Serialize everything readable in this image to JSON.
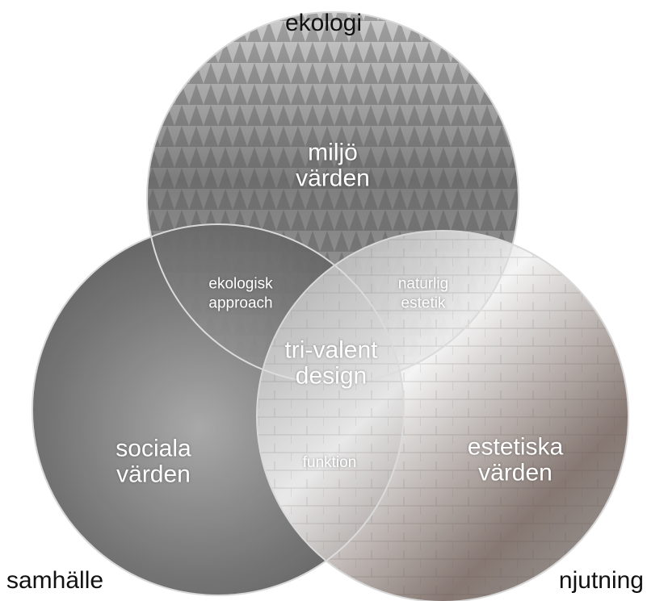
{
  "labels": {
    "top": "ekologi",
    "left": "samhälle",
    "right": "njutning"
  },
  "regions": {
    "ecology": [
      "miljö",
      "värden"
    ],
    "social": [
      "sociala",
      "värden"
    ],
    "aesthetic": [
      "estetiska",
      "värden"
    ],
    "eco_social": [
      "ekologisk",
      "approach"
    ],
    "eco_aesthetic": [
      "naturlig",
      "estetik"
    ],
    "social_aesthetic": [
      "funktion"
    ],
    "center": [
      "tri-valent",
      "design"
    ]
  },
  "colors": {
    "ecology_circle": "#8e8e8e",
    "social_circle": "#6a6a6a",
    "aesthetic_circle": "#9a9a9a",
    "label_text": "#ffffff"
  }
}
